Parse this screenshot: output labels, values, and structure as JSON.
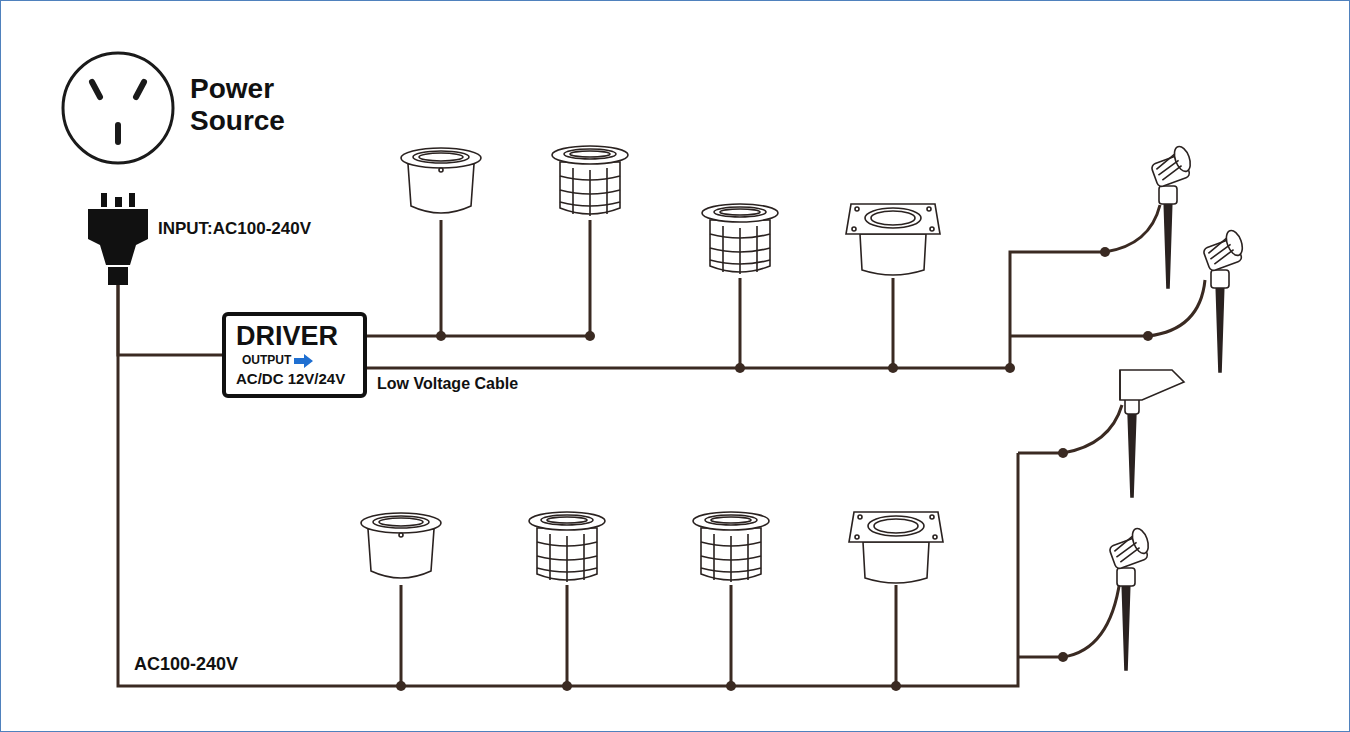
{
  "diagram": {
    "nodes": [
      {
        "text": [
          "Power Source"
        ]
      },
      {
        "text": [
          "INPUT:AC100-240V"
        ]
      },
      {
        "text": [
          "DRIVER",
          "OUTPUT",
          "AC/DC 12V/24V"
        ]
      }
    ],
    "edges": [
      {
        "from": 1,
        "to": 2,
        "arrow": "none"
      }
    ],
    "labels": [
      "Low Voltage Cable",
      "AC100-240V"
    ]
  }
}
